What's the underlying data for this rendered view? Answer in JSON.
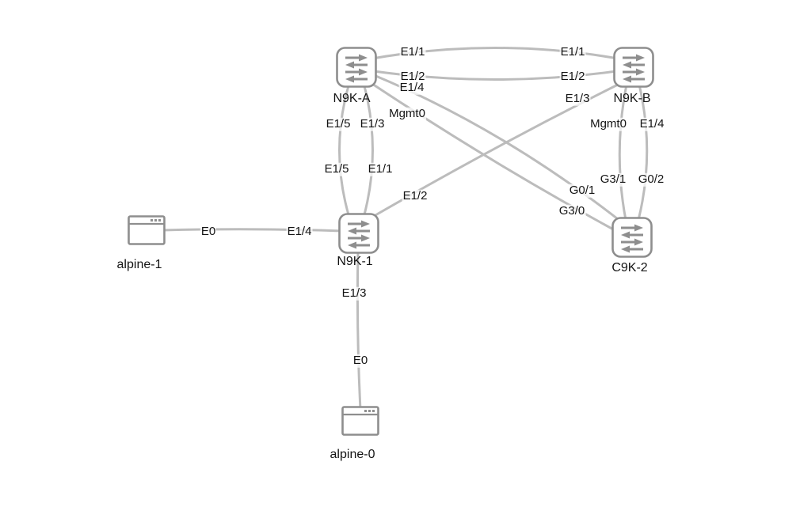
{
  "theme": {
    "link-color": "#bcbcbc",
    "icon-color": "#8e8e8e",
    "text-color": "#141414",
    "bg": "#ffffff"
  },
  "diagram": {
    "nodes": [
      {
        "id": "N9K-A",
        "label": "N9K-A",
        "type": "switch"
      },
      {
        "id": "N9K-B",
        "label": "N9K-B",
        "type": "switch"
      },
      {
        "id": "N9K-1",
        "label": "N9K-1",
        "type": "switch"
      },
      {
        "id": "C9K-2",
        "label": "C9K-2",
        "type": "switch"
      },
      {
        "id": "alpine-1",
        "label": "alpine-1",
        "type": "host"
      },
      {
        "id": "alpine-0",
        "label": "alpine-0",
        "type": "host"
      }
    ],
    "links": [
      {
        "from": "alpine-1",
        "from_if": "E0",
        "to": "N9K-1",
        "to_if": "E1/4"
      },
      {
        "from": "N9K-1",
        "from_if": "E1/3",
        "to": "alpine-0",
        "to_if": "E0"
      },
      {
        "from": "N9K-A",
        "from_if": "E1/5",
        "to": "N9K-1",
        "to_if": "E1/5"
      },
      {
        "from": "N9K-A",
        "from_if": "E1/3",
        "to": "N9K-1",
        "to_if": "E1/1"
      },
      {
        "from": "N9K-A",
        "from_if": "E1/1",
        "to": "N9K-B",
        "to_if": "E1/1"
      },
      {
        "from": "N9K-A",
        "from_if": "E1/2",
        "to": "N9K-B",
        "to_if": "E1/2"
      },
      {
        "from": "N9K-A",
        "from_if": "E1/4",
        "to": "C9K-2",
        "to_if": "G0/1"
      },
      {
        "from": "N9K-A",
        "from_if": "Mgmt0",
        "to": "C9K-2",
        "to_if": "G3/0"
      },
      {
        "from": "N9K-1",
        "from_if": "E1/2",
        "to": "N9K-B",
        "to_if": "E1/3"
      },
      {
        "from": "N9K-B",
        "from_if": "Mgmt0",
        "to": "C9K-2",
        "to_if": "G3/1"
      },
      {
        "from": "N9K-B",
        "from_if": "E1/4",
        "to": "C9K-2",
        "to_if": "G0/2"
      }
    ]
  }
}
